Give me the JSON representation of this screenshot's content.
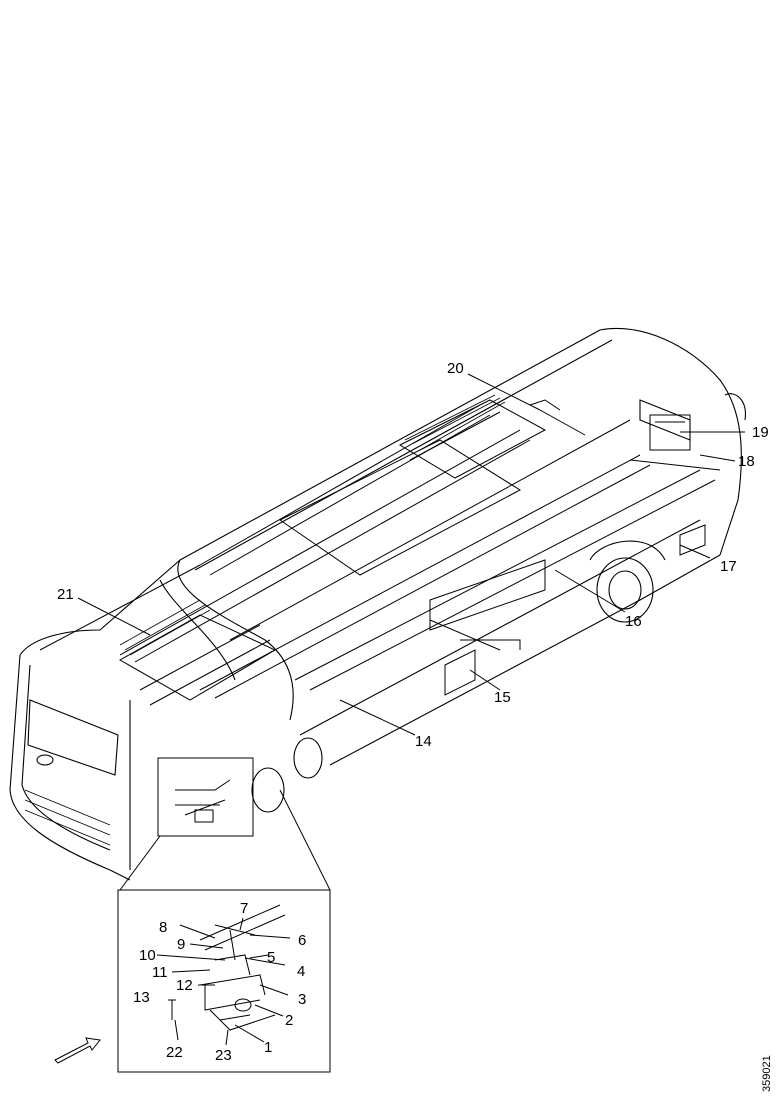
{
  "callouts": [
    "1",
    "2",
    "3",
    "4",
    "5",
    "6",
    "7",
    "8",
    "9",
    "10",
    "11",
    "12",
    "13",
    "14",
    "15",
    "16",
    "17",
    "18",
    "19",
    "20",
    "21",
    "22",
    "23"
  ],
  "document_number": "359021"
}
